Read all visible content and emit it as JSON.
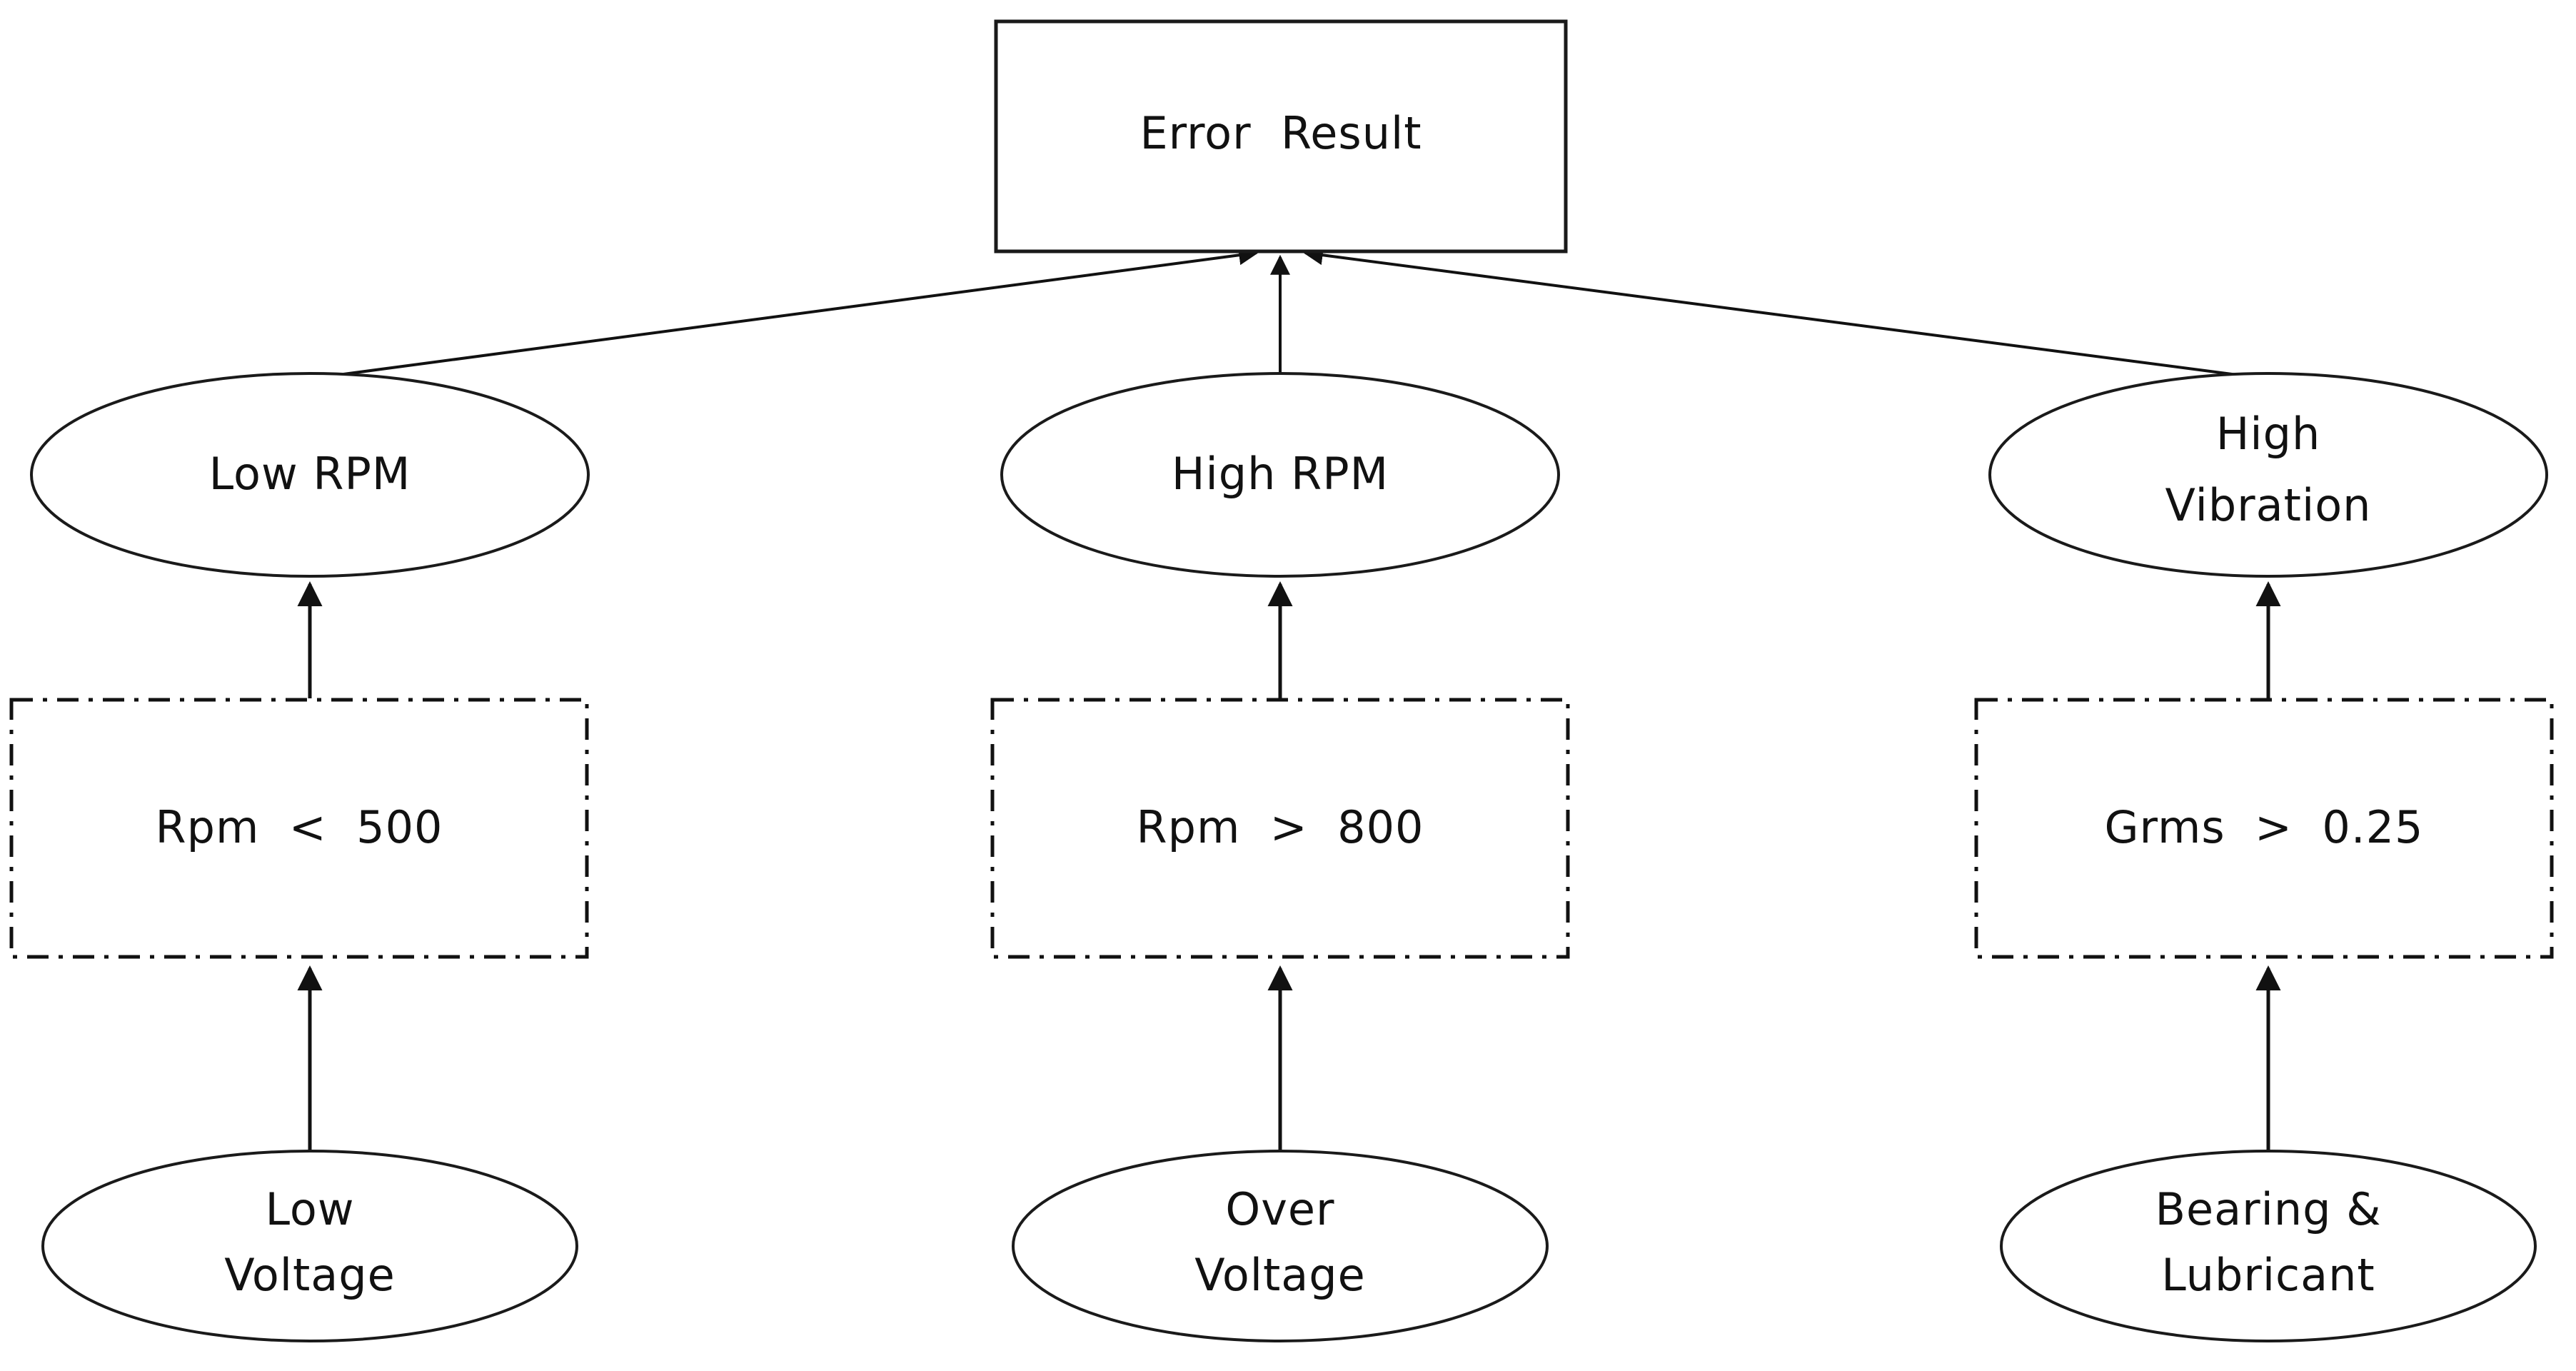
{
  "diagram": {
    "title": "Error Result fault tree diagram",
    "background_color": "#ffffff",
    "stroke_color": "#111111",
    "text_color": "#111111"
  },
  "root": {
    "label": "Error  Result",
    "shape": "rectangle"
  },
  "symptoms": [
    {
      "id": "low-rpm",
      "line1": "Low RPM",
      "line2": "",
      "shape": "ellipse"
    },
    {
      "id": "high-rpm",
      "line1": "High RPM",
      "line2": "",
      "shape": "ellipse"
    },
    {
      "id": "high-vibration",
      "line1": "High",
      "line2": "Vibration",
      "shape": "ellipse"
    }
  ],
  "conditions": [
    {
      "id": "rpm-lt-500",
      "label": "Rpm  <  500",
      "shape": "dash-dot-rectangle"
    },
    {
      "id": "rpm-gt-800",
      "label": "Rpm  >  800",
      "shape": "dash-dot-rectangle"
    },
    {
      "id": "grms-gt-025",
      "label": "Grms  >  0.25",
      "shape": "dash-dot-rectangle"
    }
  ],
  "causes": [
    {
      "id": "low-voltage",
      "line1": "Low",
      "line2": "Voltage",
      "shape": "ellipse"
    },
    {
      "id": "over-voltage",
      "line1": "Over",
      "line2": "Voltage",
      "shape": "ellipse"
    },
    {
      "id": "bearing-lubricant",
      "line1": "Bearing &",
      "line2": "Lubricant",
      "shape": "ellipse"
    }
  ]
}
